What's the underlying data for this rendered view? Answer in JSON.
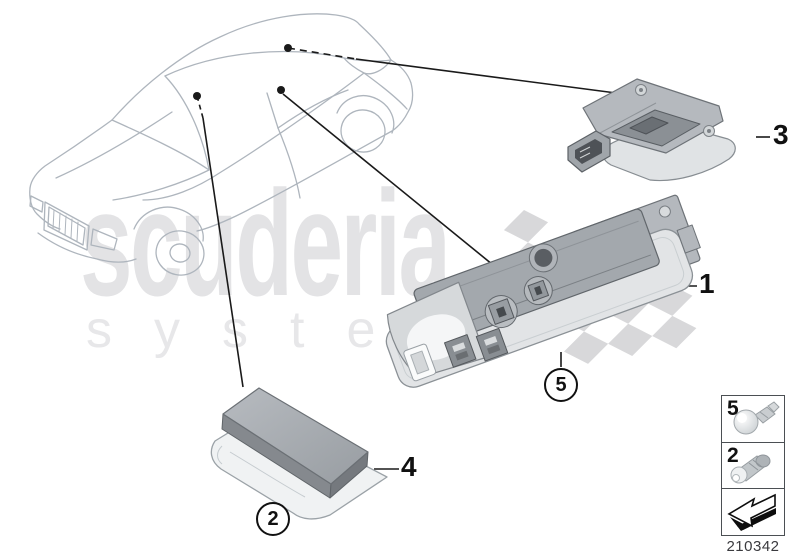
{
  "watermark": {
    "title": "scuderia",
    "subtitle": "systems"
  },
  "callouts": {
    "part1": "1",
    "part2": "2",
    "part3": "3",
    "part4": "4",
    "part5": "5"
  },
  "legend": {
    "row1_ref": "5",
    "row2_ref": "2"
  },
  "drawing_number": "210342",
  "icons": {
    "legend_row1": "wedge-bulb-icon",
    "legend_row2": "festoon-bulb-icon",
    "legend_row3": "continuation-arrow-icon"
  },
  "colors": {
    "leader_line": "#1a1a1a",
    "car_outline": "#aeb5bd",
    "watermark_text": "#e3e3e5",
    "flag_check": "#d8d8da",
    "part_fill_mid": "#a3a8ad",
    "part_fill_light": "#e2e4e6"
  }
}
